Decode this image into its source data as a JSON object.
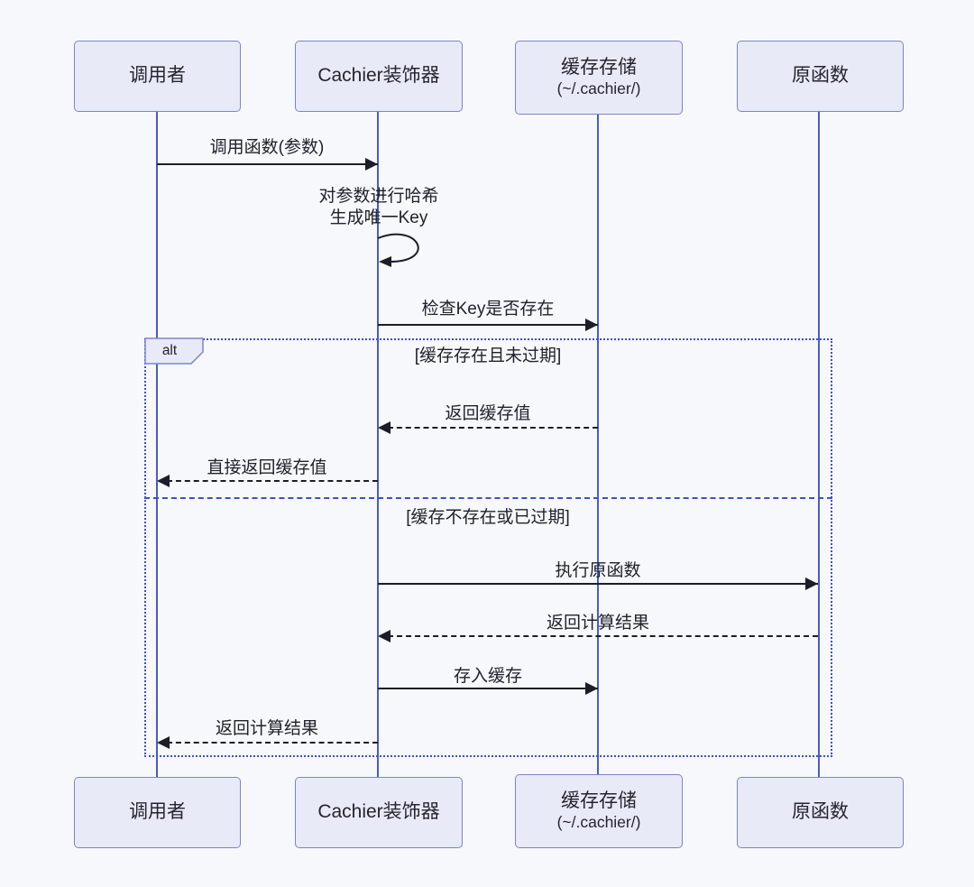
{
  "colors": {
    "background": "#f7f8fc",
    "actor_fill": "#e9eaf8",
    "actor_border": "#7b84c4",
    "lifeline": "#4c5bc5",
    "arrow": "#1c1d28",
    "frame": "#3f51c1",
    "text": "#21222c"
  },
  "participants": [
    {
      "label": "调用者",
      "sublabel": ""
    },
    {
      "label": "Cachier装饰器",
      "sublabel": ""
    },
    {
      "label": "缓存存储",
      "sublabel": "(~/.cachier/)"
    },
    {
      "label": "原函数",
      "sublabel": ""
    }
  ],
  "messages": {
    "m1": "调用函数(参数)",
    "self_line1": "对参数进行哈希",
    "self_line2": "生成唯一Key",
    "m2": "检查Key是否存在",
    "m3": "返回缓存值",
    "m4": "直接返回缓存值",
    "m5": "执行原函数",
    "m6": "返回计算结果",
    "m7": "存入缓存",
    "m8": "返回计算结果"
  },
  "alt": {
    "tag": "alt",
    "guard_hit": "[缓存存在且未过期]",
    "guard_miss": "[缓存不存在或已过期]"
  }
}
